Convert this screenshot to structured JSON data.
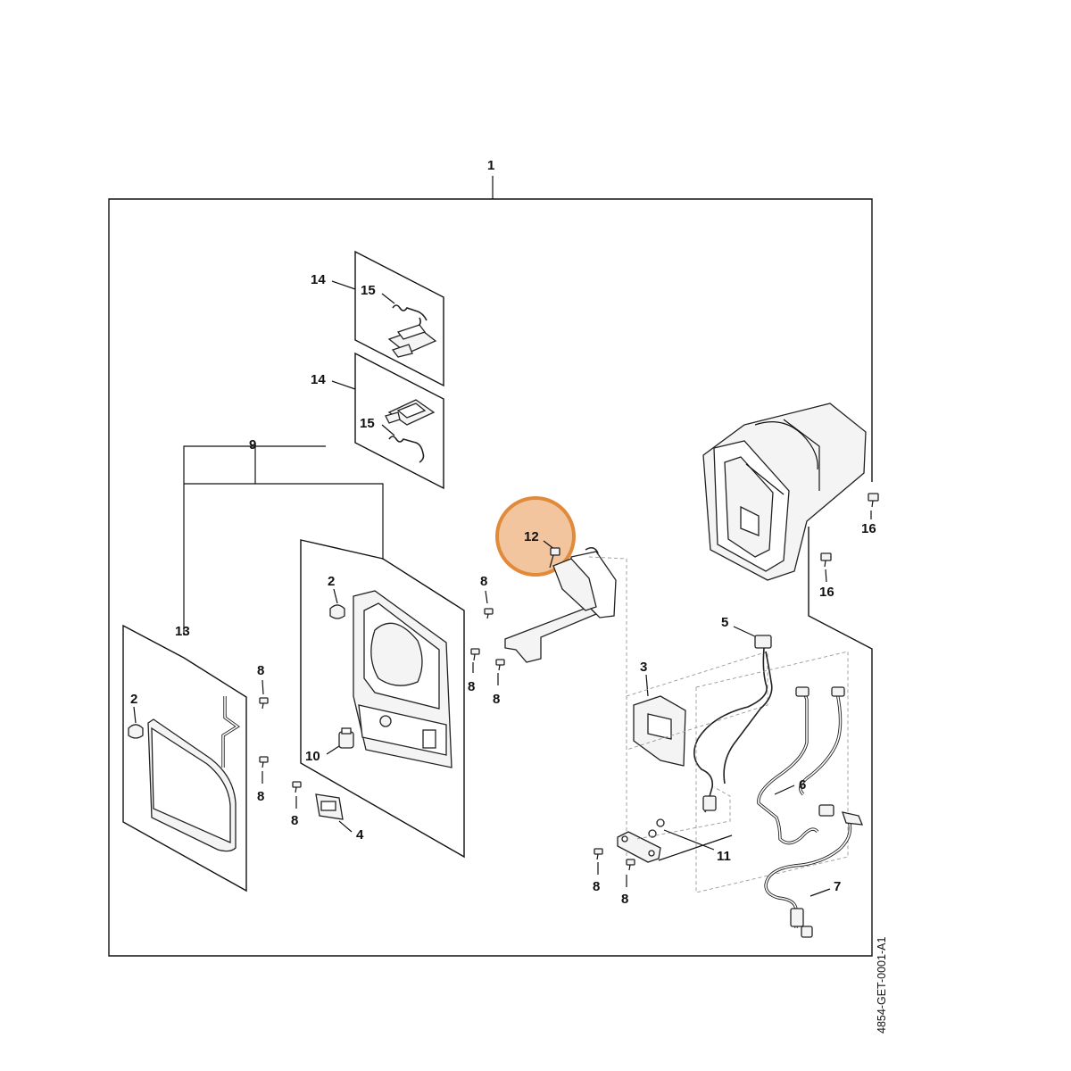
{
  "figure_code": "4854-GET-0001-A1",
  "highlight": {
    "label": "12",
    "color": "#e8964f"
  },
  "callouts": {
    "c1": "1",
    "c2a": "2",
    "c2b": "2",
    "c3": "3",
    "c4": "4",
    "c5": "5",
    "c6": "6",
    "c7": "7",
    "c8a": "8",
    "c8b": "8",
    "c8c": "8",
    "c8d": "8",
    "c8e": "8",
    "c8f": "8",
    "c8g": "8",
    "c8h": "8",
    "c9": "9",
    "c10": "10",
    "c11": "11",
    "c13": "13",
    "c14a": "14",
    "c14b": "14",
    "c15a": "15",
    "c15b": "15",
    "c16a": "16",
    "c16b": "16"
  },
  "icons": {
    "screw": "screw-icon",
    "clip": "clip-icon",
    "spring": "spring-icon"
  }
}
